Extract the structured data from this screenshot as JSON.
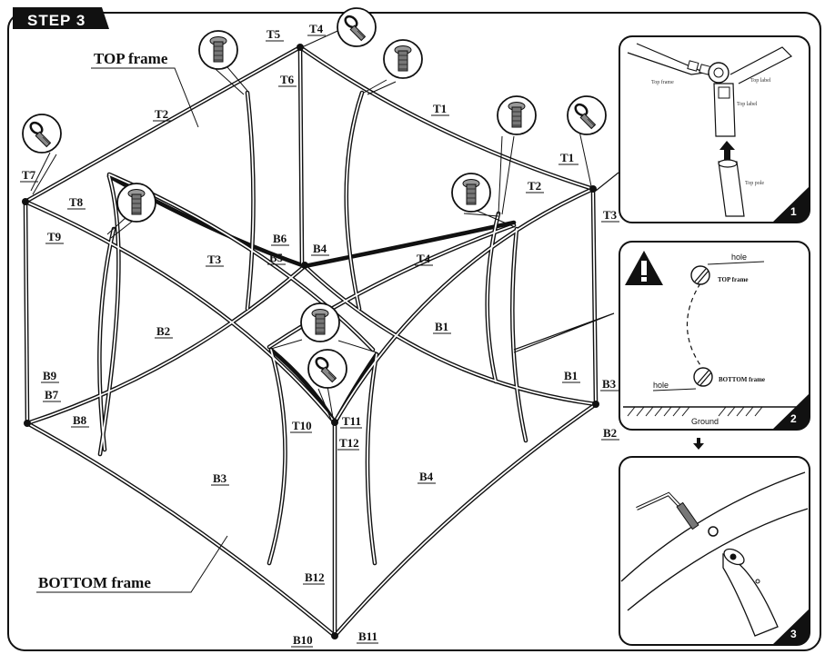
{
  "step": {
    "label": "STEP 3"
  },
  "frames": {
    "top": "TOP frame",
    "bottom": "BOTTOM frame"
  },
  "labels": {
    "T1a": "T1",
    "T2a": "T2",
    "T3a": "T3",
    "T4a": "T4",
    "T5": "T5",
    "T6": "T6",
    "T7": "T7",
    "T8": "T8",
    "T9": "T9",
    "T10": "T10",
    "T11": "T11",
    "T12": "T12",
    "T1b": "T1",
    "T2b": "T2",
    "T3b": "T3",
    "T4b": "T4",
    "B1a": "B1",
    "B2a": "B2",
    "B3a": "B3",
    "B4a": "B4",
    "B5": "B5",
    "B6": "B6",
    "B7": "B7",
    "B8": "B8",
    "B9": "B9",
    "B10": "B10",
    "B11": "B11",
    "B12": "B12",
    "B1b": "B1",
    "B2b": "B2",
    "B3b": "B3",
    "B4b": "B4"
  },
  "inset1": {
    "number": "1",
    "tag_left": "Top frame",
    "tag_right": "Top label",
    "tag_mid": "Top label",
    "tag_bottom": "Top pole"
  },
  "inset2": {
    "number": "2",
    "hole_top": "hole",
    "hole_bottom": "hole",
    "top_frame": "TOP frame",
    "bottom_frame": "BOTTOM frame",
    "ground": "Ground"
  },
  "inset3": {
    "number": "3"
  }
}
